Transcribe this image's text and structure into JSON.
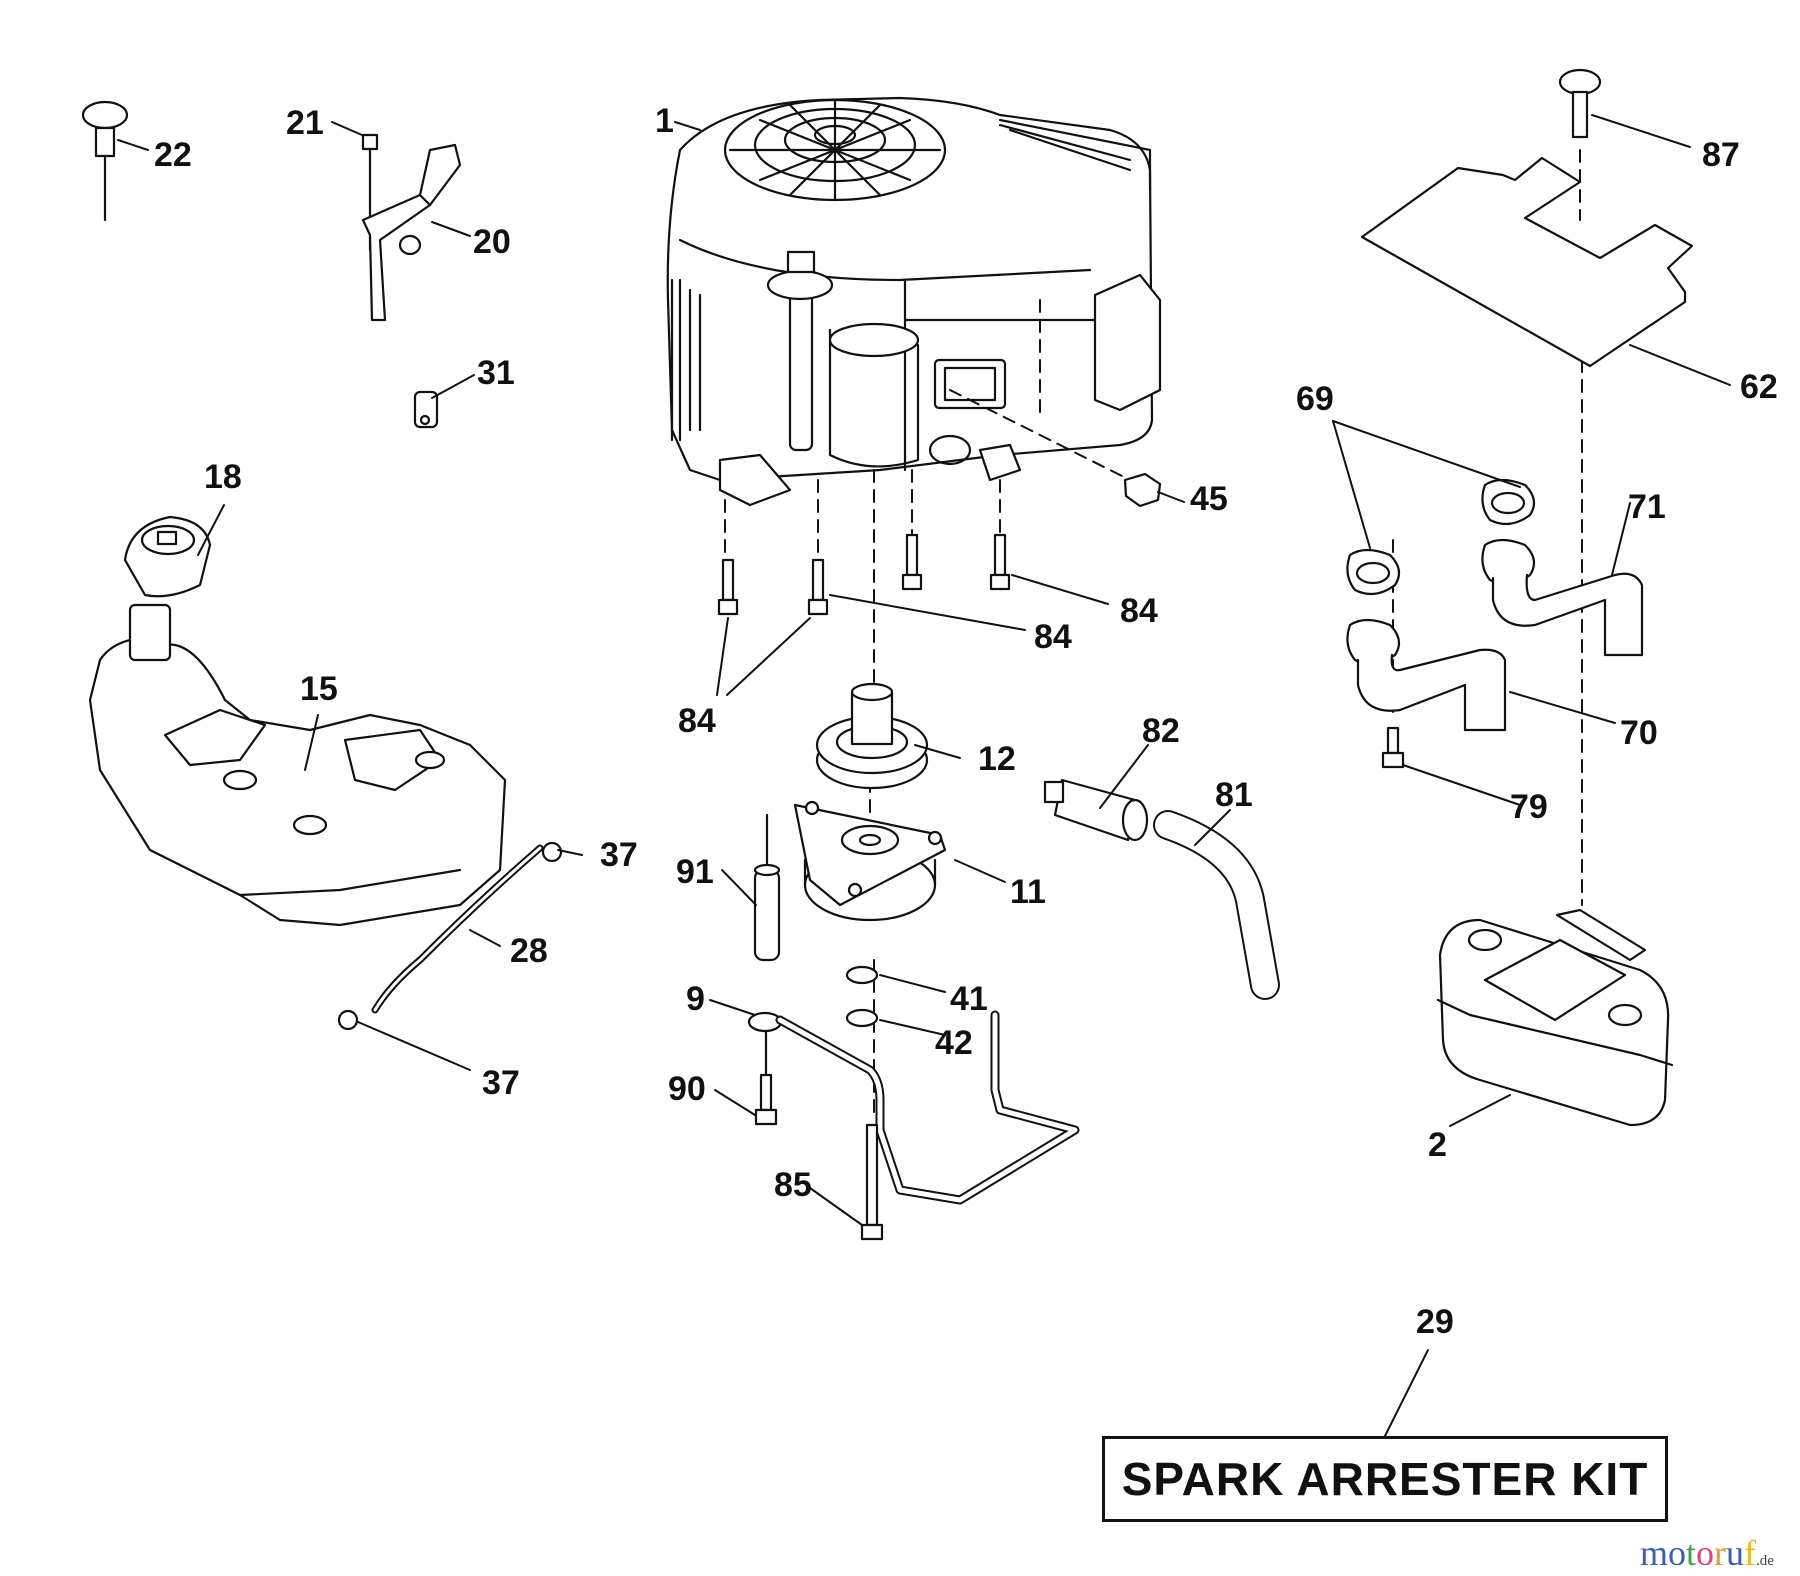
{
  "diagram": {
    "type": "exploded-parts-diagram",
    "subject": "Riding mower engine assembly",
    "callouts": [
      {
        "id": "callout-1",
        "label": "1",
        "part": "engine"
      },
      {
        "id": "callout-2",
        "label": "2",
        "part": "muffler"
      },
      {
        "id": "callout-9",
        "label": "9",
        "part": "bracket rod"
      },
      {
        "id": "callout-11",
        "label": "11",
        "part": "electric clutch"
      },
      {
        "id": "callout-12",
        "label": "12",
        "part": "pulley"
      },
      {
        "id": "callout-15",
        "label": "15",
        "part": "fuel tank"
      },
      {
        "id": "callout-18",
        "label": "18",
        "part": "fuel cap"
      },
      {
        "id": "callout-20",
        "label": "20",
        "part": "throttle control"
      },
      {
        "id": "callout-21",
        "label": "21",
        "part": "bolt"
      },
      {
        "id": "callout-22",
        "label": "22",
        "part": "choke knob"
      },
      {
        "id": "callout-28",
        "label": "28",
        "part": "fuel line"
      },
      {
        "id": "callout-29",
        "label": "29",
        "part": "spark arrester kit"
      },
      {
        "id": "callout-31",
        "label": "31",
        "part": "cable clamp"
      },
      {
        "id": "callout-37a",
        "label": "37",
        "part": "hose clamp"
      },
      {
        "id": "callout-37b",
        "label": "37",
        "part": "hose clamp"
      },
      {
        "id": "callout-41",
        "label": "41",
        "part": "washer"
      },
      {
        "id": "callout-42",
        "label": "42",
        "part": "lock washer"
      },
      {
        "id": "callout-45",
        "label": "45",
        "part": "nut"
      },
      {
        "id": "callout-62",
        "label": "62",
        "part": "heat shield"
      },
      {
        "id": "callout-69",
        "label": "69",
        "part": "gasket"
      },
      {
        "id": "callout-70",
        "label": "70",
        "part": "exhaust pipe"
      },
      {
        "id": "callout-71",
        "label": "71",
        "part": "exhaust pipe"
      },
      {
        "id": "callout-79",
        "label": "79",
        "part": "bolt"
      },
      {
        "id": "callout-81",
        "label": "81",
        "part": "hose"
      },
      {
        "id": "callout-82",
        "label": "82",
        "part": "oil drain valve"
      },
      {
        "id": "callout-84a",
        "label": "84",
        "part": "bolt"
      },
      {
        "id": "callout-84b",
        "label": "84",
        "part": "bolt"
      },
      {
        "id": "callout-84c",
        "label": "84",
        "part": "bolt"
      },
      {
        "id": "callout-85",
        "label": "85",
        "part": "bolt"
      },
      {
        "id": "callout-87",
        "label": "87",
        "part": "bolt"
      },
      {
        "id": "callout-90",
        "label": "90",
        "part": "bolt"
      },
      {
        "id": "callout-91",
        "label": "91",
        "part": "spacer"
      }
    ],
    "kit_box": {
      "label": "SPARK ARRESTER KIT",
      "callout": "29"
    }
  },
  "watermark": {
    "text": "motoruf",
    "suffix": ".de",
    "colors": [
      "#3b5fb0",
      "#3b5fb0",
      "#3aa648",
      "#e0457b",
      "#e39a2c",
      "#3b5fb0",
      "#f0b820"
    ]
  }
}
